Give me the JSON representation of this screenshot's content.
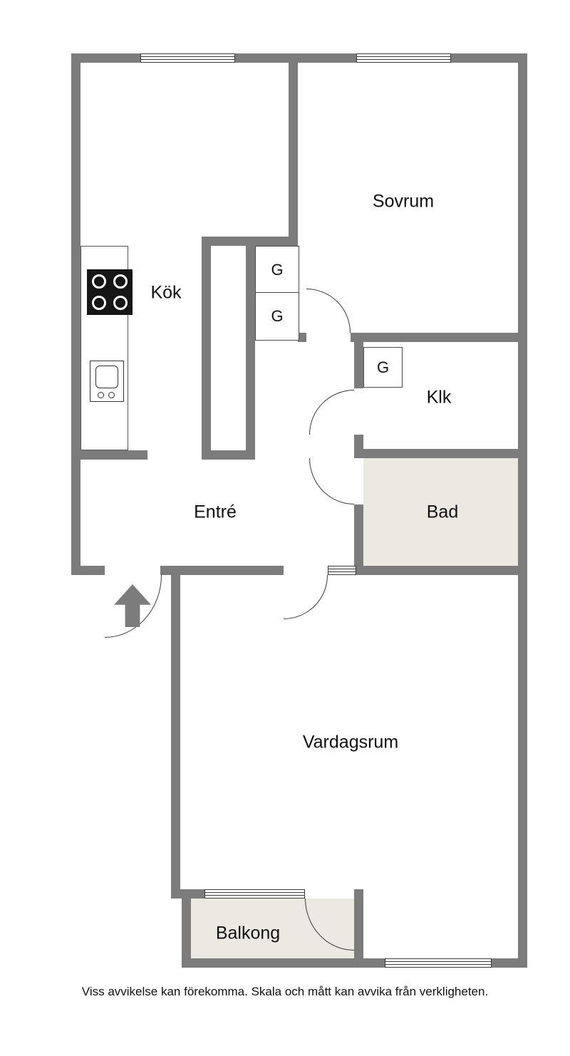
{
  "rooms": {
    "sovrum": {
      "label": "Sovrum"
    },
    "kok": {
      "label": "Kök"
    },
    "klk": {
      "label": "Klk"
    },
    "bad": {
      "label": "Bad"
    },
    "entre": {
      "label": "Entré"
    },
    "vardagsrum": {
      "label": "Vardagsrum"
    },
    "balkong": {
      "label": "Balkong"
    }
  },
  "closets": {
    "g1": "G",
    "g2": "G",
    "g3": "G"
  },
  "disclaimer": "Viss avvikelse kan förekomma. Skala och mått kan avvika från verkligheten.",
  "icons": {
    "stove": "stove-icon",
    "sink": "sink-icon",
    "entrance_arrow": "entrance-arrow-icon"
  },
  "colors": {
    "wall": "#7c7c7c",
    "line": "#3c3c3c",
    "wet": "#ebe9e2",
    "text": "#111111",
    "floor": "#ffffff"
  }
}
